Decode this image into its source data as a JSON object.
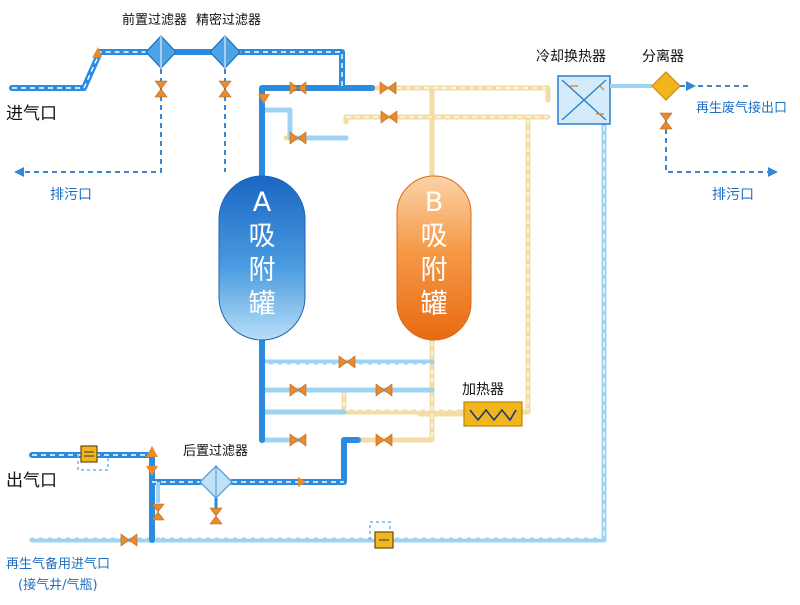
{
  "labels": {
    "pre_filter": "前置过滤器",
    "precision_filter": "精密过滤器",
    "inlet": "进气口",
    "drain_left": "排污口",
    "cooling_exchanger": "冷却换热器",
    "separator": "分离器",
    "regen_exhaust": "再生废气接出口",
    "drain_right": "排污口",
    "heater": "加热器",
    "outlet": "出气口",
    "after_filter": "后置过滤器",
    "backup_inlet_line1": "再生气备用进气口",
    "backup_inlet_line2": "(接气井/气瓶)"
  },
  "tanks": {
    "a": {
      "letter": "A",
      "line1": "吸",
      "line2": "附",
      "line3": "罐",
      "color": "#2f86d8"
    },
    "b": {
      "letter": "B",
      "line1": "吸",
      "line2": "附",
      "line3": "罐",
      "color": "#f07a22"
    }
  },
  "colors": {
    "blue_pipe": "#2a8be0",
    "light_blue_pipe": "#9fd3f2",
    "beige_pipe": "#f3dca5",
    "valve": "#e98a2c",
    "text_blue": "#1e6fc4",
    "heater_fill": "#f2b51c"
  },
  "icons": [
    "filter-icon",
    "valve-icon",
    "heat-exchanger-icon",
    "separator-icon",
    "heater-icon",
    "flowmeter-icon",
    "arrow-icon"
  ]
}
